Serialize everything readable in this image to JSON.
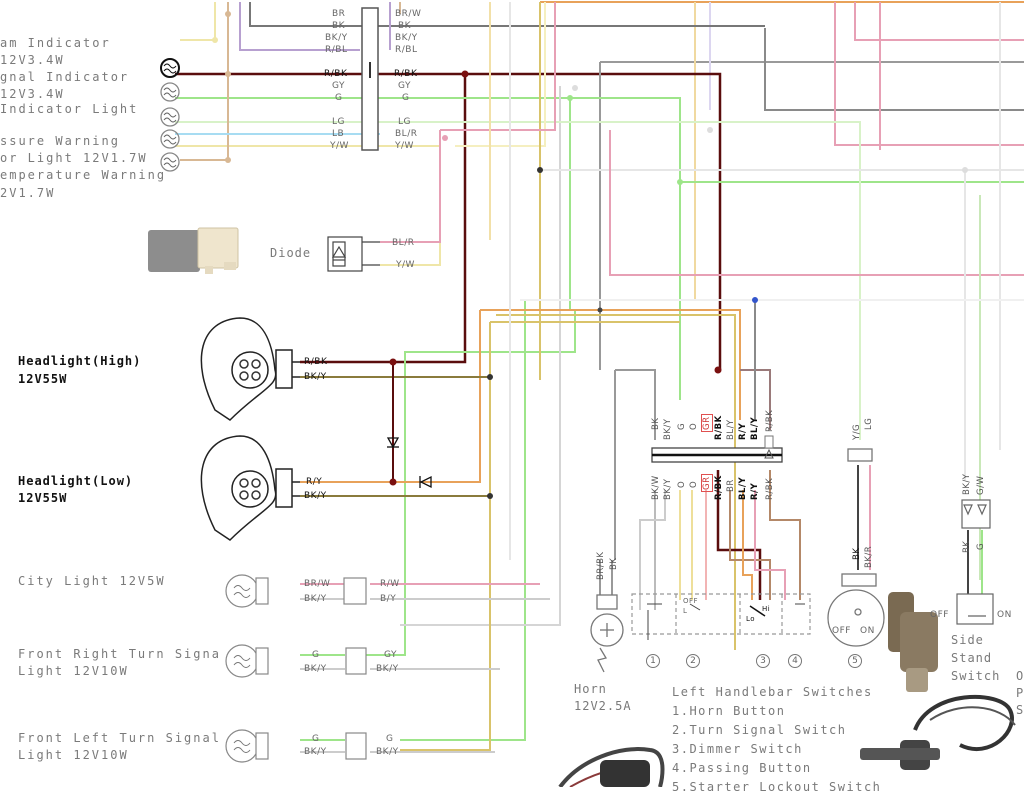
{
  "indicators": [
    {
      "line1": "am Indicator",
      "line2": "12V3.4W"
    },
    {
      "line1": "gnal Indicator",
      "line2": "12V3.4W"
    },
    {
      "line1": " Indicator Light",
      "line2": ""
    },
    {
      "line1": "ssure Warning",
      "line2": "or Light 12V1.7W"
    },
    {
      "line1": "emperature Warning",
      "line2": "2V1.7W"
    }
  ],
  "connector_top": {
    "left": [
      "BR",
      "BK",
      "BK/Y",
      "R/BL",
      "R/BK",
      "GY",
      "G",
      "LG",
      "LB",
      "Y/W"
    ],
    "right": [
      "BR/W",
      "BK",
      "BK/Y",
      "R/BL",
      "R/BK",
      "GY",
      "G",
      "LG",
      "BL/R",
      "Y/W"
    ]
  },
  "diode": {
    "label": "Diode",
    "wires": [
      "BL/R",
      "Y/W"
    ]
  },
  "headlight_high": {
    "name": "Headlight(High)",
    "spec": "12V55W",
    "wires": [
      "R/BK",
      "BK/Y"
    ]
  },
  "headlight_low": {
    "name": "Headlight(Low)",
    "spec": "12V55W",
    "wires": [
      "R/Y",
      "BK/Y"
    ]
  },
  "city_light": {
    "label": "City Light 12V5W",
    "wires_in": [
      "BR/W",
      "BK/Y"
    ],
    "wires_out": [
      "R/W",
      "B/Y"
    ]
  },
  "front_right_turn": {
    "line1": "Front Right Turn Signa",
    "line2": "Light 12V10W",
    "wires_in": [
      "G",
      "BK/Y"
    ],
    "wires_out": [
      "GY",
      "BK/Y"
    ]
  },
  "front_left_turn": {
    "line1": "Front Left Turn Signal",
    "line2": "Light 12V10W",
    "wires_in": [
      "G",
      "BK/Y"
    ],
    "wires_out": [
      "G",
      "BK/Y"
    ]
  },
  "horn": {
    "line1": "Horn",
    "line2": "12V2.5A",
    "wires": [
      "BR/BK",
      "BK"
    ]
  },
  "handlebar_connector": {
    "top": [
      "BK",
      "BK/Y",
      "G",
      "O",
      "GR",
      "R/BK",
      "BL/Y",
      "R/Y",
      "BL/Y",
      "R/BK"
    ],
    "bottom": [
      "BK/W",
      "BK/Y",
      "O",
      "O",
      "GR",
      "R/BK",
      "BR",
      "BL/Y",
      "R/Y",
      "R/BK"
    ]
  },
  "left_handlebar": {
    "title": "Left Handlebar Switches",
    "items": [
      "1.Horn Button",
      "2.Turn Signal Switch",
      "3.Dimmer Switch",
      "4.Passing Button",
      "5.Starter Lockout Switch"
    ],
    "numbers": [
      "1",
      "2",
      "3",
      "4",
      "5"
    ],
    "sw2_labels": [
      "OFF",
      "L"
    ],
    "sw3_labels": [
      "Lo",
      "Hi"
    ]
  },
  "lockout_switch": {
    "wires": [
      "Y/G",
      "LG"
    ],
    "bottom_wires": [
      "BK",
      "BK/R"
    ],
    "states": [
      "OFF",
      "ON"
    ]
  },
  "side_stand": {
    "line1": "Side",
    "line2": "Stand",
    "line3": "Switch",
    "wires_top": [
      "BK/Y",
      "G/W"
    ],
    "wires_bottom": [
      "BK",
      "G"
    ],
    "states": [
      "OFF",
      "ON"
    ],
    "cut_letters": [
      "O",
      "P",
      "S"
    ]
  },
  "colors": {
    "red_black": "#5a0d0d",
    "dark_red": "#7a1010",
    "yellow_wire": "#d9c36a",
    "orange": "#e8a25a",
    "green": "#9ee58a",
    "pink": "#e7a0b5",
    "gray": "#9a9a9a",
    "lavender": "#b7a0d0",
    "light_blue": "#a7dcf2",
    "tan": "#d8b894"
  }
}
